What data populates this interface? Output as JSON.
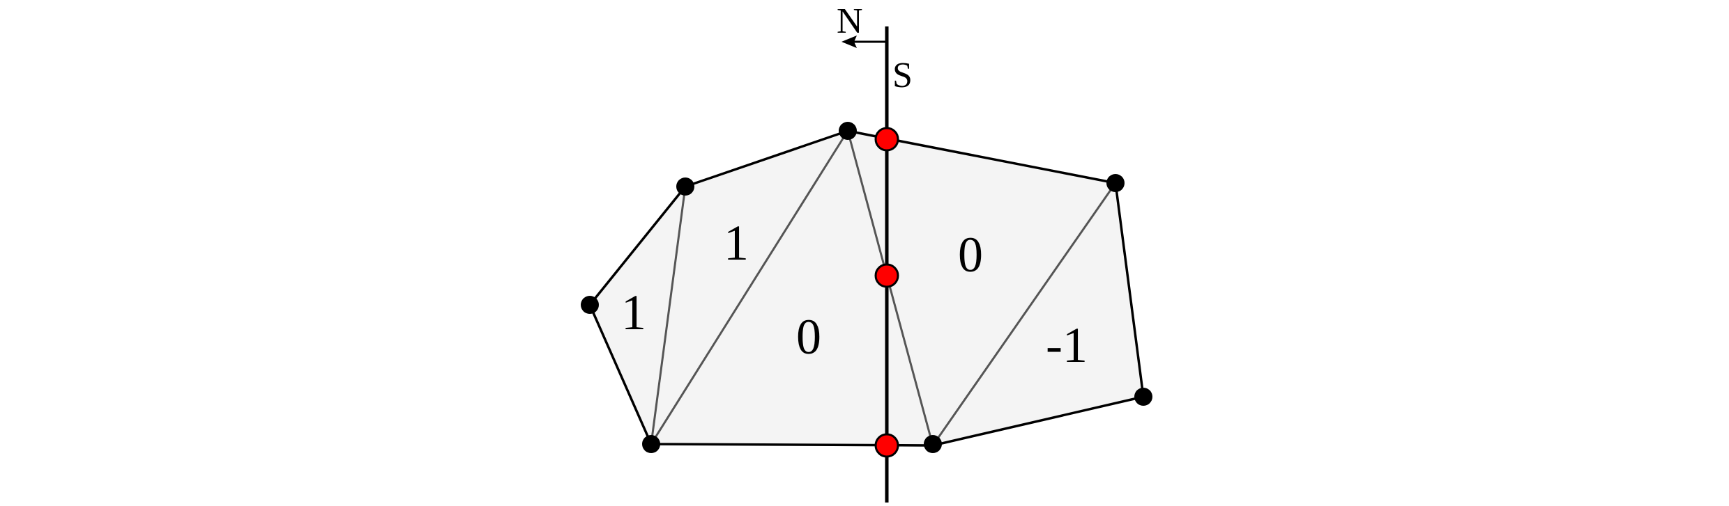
{
  "labels": {
    "north": "N",
    "south": "S",
    "regions": [
      "1",
      "1",
      "0",
      "0",
      "-1"
    ]
  },
  "colors": {
    "polygon_fill": "#f4f4f4",
    "outline": "#000000",
    "internal_edge": "#555555",
    "vertex": "#000000",
    "intersection": "#ff0000"
  }
}
